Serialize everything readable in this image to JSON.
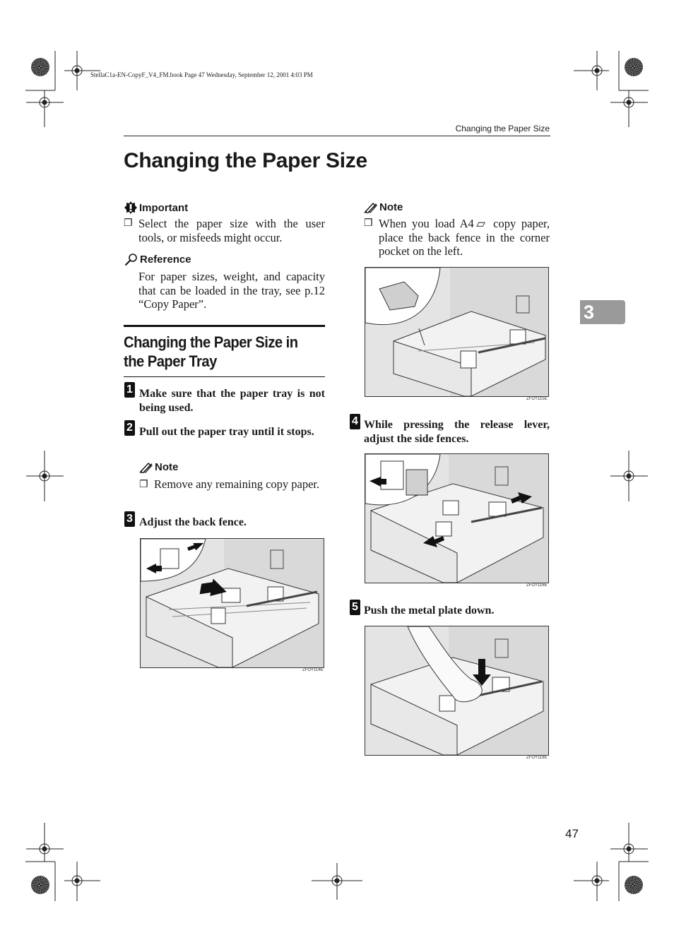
{
  "file_stamp": "StellaC1a-EN-CopyF_V4_FM.book  Page 47  Wednesday, September 12, 2001  4:03 PM",
  "running_head": "Changing the Paper Size",
  "title": "Changing the Paper Size",
  "important": {
    "label": "Important",
    "items": [
      "Select the paper size with the user tools, or misfeeds might occur."
    ]
  },
  "reference": {
    "label": "Reference",
    "text": "For paper sizes, weight, and capacity that can be loaded in the tray, see p.12 “Copy Paper”."
  },
  "section_title": "Changing the Paper Size in the Paper Tray",
  "steps": [
    {
      "num": "1",
      "text": "Make sure that the paper tray is not being used."
    },
    {
      "num": "2",
      "text": "Pull out the paper tray until it stops."
    },
    {
      "num": "3",
      "text": "Adjust the back fence."
    },
    {
      "num": "4",
      "text": "While pressing the release lever, adjust the side fences."
    },
    {
      "num": "5",
      "text": "Push the metal plate down."
    }
  ],
  "step2_note": {
    "label": "Note",
    "items": [
      "Remove any remaining copy paper."
    ]
  },
  "right_note": {
    "label": "Note",
    "items": [
      "When you load A4▱ copy paper, place the back fence in the corner pocket on the left."
    ]
  },
  "figure_codes": [
    "ZFOY114E",
    "ZFOY115E",
    "ZFOY116E",
    "ZFOY118E"
  ],
  "chapter_tab": "3",
  "page_number": "47",
  "icons": {
    "important": "important-icon",
    "reference": "magnifier-icon",
    "note": "pencil-icon",
    "checkbox": "checkbox-icon"
  }
}
